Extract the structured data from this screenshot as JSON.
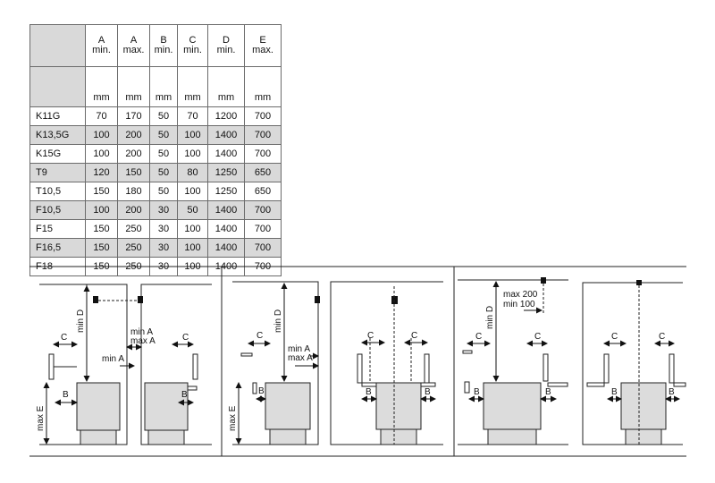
{
  "table": {
    "headers": [
      {
        "letter": "A",
        "sub": "min."
      },
      {
        "letter": "A",
        "sub": "max."
      },
      {
        "letter": "B",
        "sub": "min."
      },
      {
        "letter": "C",
        "sub": "min."
      },
      {
        "letter": "D",
        "sub": "min."
      },
      {
        "letter": "E",
        "sub": "max."
      }
    ],
    "units": [
      "mm",
      "mm",
      "mm",
      "mm",
      "mm",
      "mm"
    ],
    "rows": [
      {
        "model": "K11G",
        "values": [
          "70",
          "170",
          "50",
          "70",
          "1200",
          "700"
        ]
      },
      {
        "model": "K13,5G",
        "values": [
          "100",
          "200",
          "50",
          "100",
          "1400",
          "700"
        ]
      },
      {
        "model": "K15G",
        "values": [
          "100",
          "200",
          "50",
          "100",
          "1400",
          "700"
        ]
      },
      {
        "model": "T9",
        "values": [
          "120",
          "150",
          "50",
          "80",
          "1250",
          "650"
        ]
      },
      {
        "model": "T10,5",
        "values": [
          "150",
          "180",
          "50",
          "100",
          "1250",
          "650"
        ]
      },
      {
        "model": "F10,5",
        "values": [
          "100",
          "200",
          "30",
          "50",
          "1400",
          "700"
        ]
      },
      {
        "model": "F15",
        "values": [
          "150",
          "250",
          "30",
          "100",
          "1400",
          "700"
        ]
      },
      {
        "model": "F16,5",
        "values": [
          "150",
          "250",
          "30",
          "100",
          "1400",
          "700"
        ]
      },
      {
        "model": "F18",
        "values": [
          "150",
          "250",
          "30",
          "100",
          "1400",
          "700"
        ]
      }
    ]
  },
  "labels": {
    "min_d": "min D",
    "max_e": "max E",
    "min_a": "min A",
    "max_a": "max A",
    "c": "C",
    "b": "B",
    "max_200": "max 200",
    "min_100": "min 100"
  }
}
